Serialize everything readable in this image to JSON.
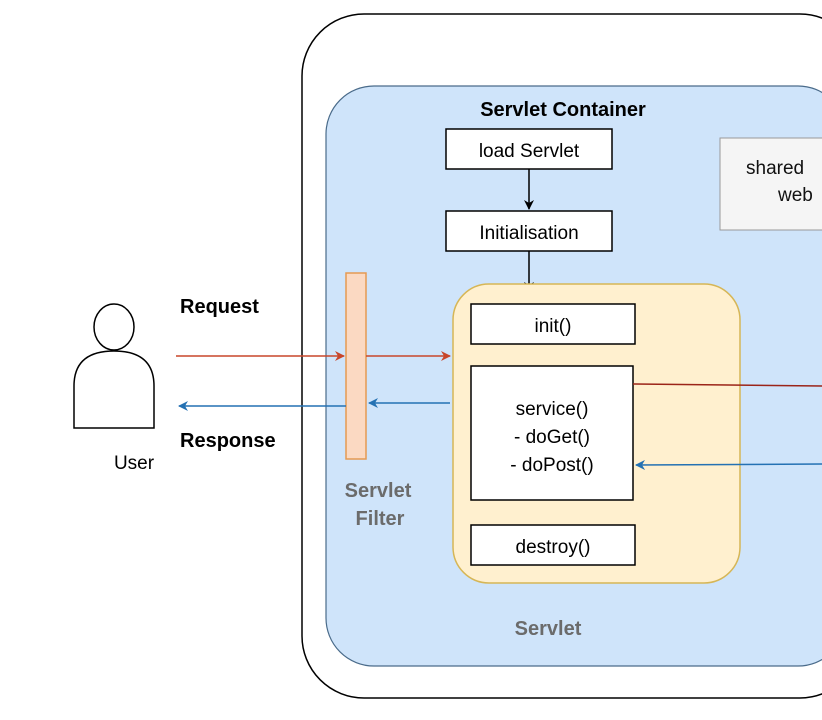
{
  "user": {
    "label": "User"
  },
  "request_label": "Request",
  "response_label": "Response",
  "filter": {
    "line1": "Servlet",
    "line2": "Filter"
  },
  "container": {
    "title": "Servlet Container"
  },
  "steps": {
    "load": "load Servlet",
    "init": "Initialisation"
  },
  "servlet": {
    "label": "Servlet",
    "init": "init()",
    "service": [
      "service()",
      "- doGet()",
      "- doPost()"
    ],
    "destroy": "destroy()"
  },
  "shared": {
    "line1": "shared",
    "line2": "web"
  },
  "colors": {
    "request": "#c8462a",
    "response": "#2471b3",
    "service_out": "#9b2418",
    "container_fill": "#cfe4fa",
    "container_stroke": "#4a6b8a",
    "servlet_fill": "#fff0cf",
    "servlet_stroke": "#d6b656",
    "filter_fill": "#fbd9c2",
    "filter_stroke": "#e59a52",
    "shared_fill": "#f5f5f5",
    "muted_text": "#6b6b6b"
  }
}
